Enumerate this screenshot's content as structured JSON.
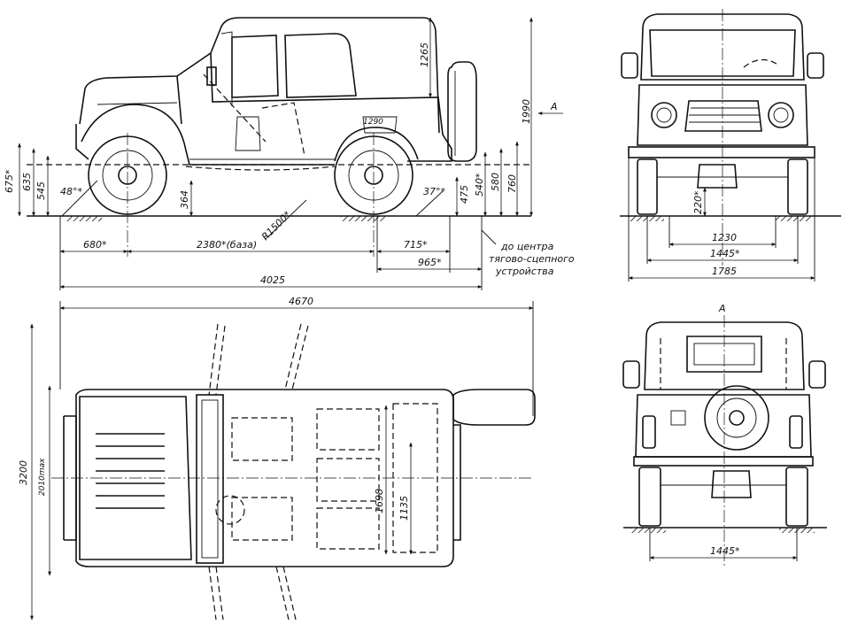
{
  "side_view": {
    "height_total": "1990",
    "roof_height": "1265",
    "door_marker": "1290",
    "view_marker": "A",
    "h_675": "675*",
    "h_635": "635",
    "h_545": "545",
    "h_364": "364",
    "h_475": "475",
    "h_540": "540*",
    "h_580": "580",
    "h_760": "760",
    "angle_front": "48°*",
    "angle_rear": "37°*",
    "radius": "R1500*",
    "front_overhang": "680*",
    "wheelbase": "2380*(база)",
    "rear_overhang": "715*",
    "hitch_length": "965*",
    "overall_length": "4025",
    "hitch_note": [
      "до центра",
      "тягово-сцепного",
      "устройства"
    ]
  },
  "front_view": {
    "clearance": "220*",
    "track_inner": "1230",
    "track": "1445*",
    "width": "1785"
  },
  "top_view": {
    "overall_length_open": "4670",
    "width_open": "3200",
    "width_max": "2010max",
    "seat_width": "1698",
    "rear_seat": "1135"
  },
  "rear_view": {
    "view_marker": "A",
    "track": "1445*"
  }
}
